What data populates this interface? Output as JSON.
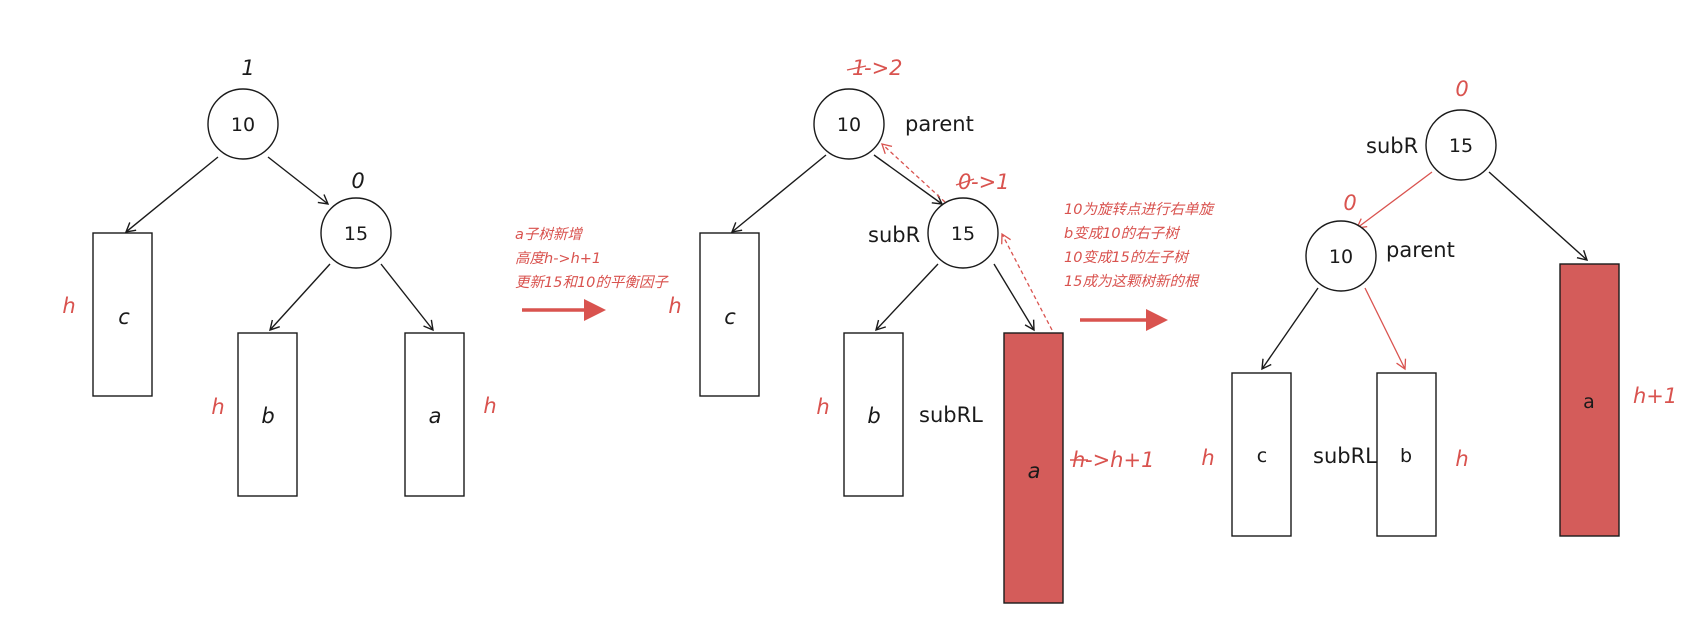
{
  "colors": {
    "accent_red": "#d9534f",
    "box_red": "#d45c5a",
    "line": "#1a1a1a"
  },
  "diagram1": {
    "node_root": "10",
    "node_root_bf": "1",
    "node_right": "15",
    "node_right_bf": "0",
    "box_c": "c",
    "box_b": "b",
    "box_a": "a",
    "h_c": "h",
    "h_b": "h",
    "h_a": "h"
  },
  "step1_note": {
    "line1": "a子树新增",
    "line2": "高度h->h+1",
    "line3": "更新15和10的平衡因子"
  },
  "diagram2": {
    "node_root": "10",
    "node_root_bf_old": "1",
    "node_root_bf_new": "->2",
    "parent_label": "parent",
    "node_right": "15",
    "node_right_bf_old": "0",
    "node_right_bf_new": "->1",
    "subR_label": "subR",
    "box_c": "c",
    "box_b": "b",
    "box_a": "a",
    "subRL_label": "subRL",
    "h_c": "h",
    "h_b": "h",
    "h_a_old": "h",
    "h_a_new": "->h+1"
  },
  "step2_note": {
    "line1": "10为旋转点进行右单旋",
    "line2": "b变成10的右子树",
    "line3": "10变成15的左子树",
    "line4": "15成为这颗树新的根"
  },
  "diagram3": {
    "node_root": "15",
    "node_root_bf": "0",
    "subR_label": "subR",
    "node_left": "10",
    "node_left_bf": "0",
    "parent_label": "parent",
    "box_c": "c",
    "box_b": "b",
    "box_a": "a",
    "subRL_label": "subRL",
    "h_c": "h",
    "h_b": "h",
    "h_a": "h+1"
  }
}
